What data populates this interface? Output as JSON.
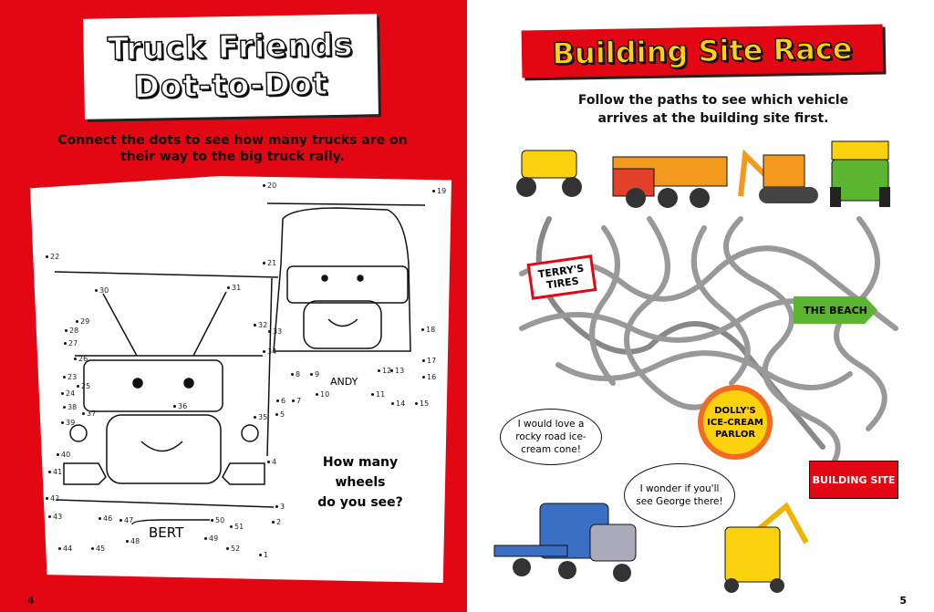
{
  "left_page": {
    "title_line1": "Truck Friends",
    "title_line2": "Dot-to-Dot",
    "instructions": "Connect the dots to see how many trucks are on their way to the big truck rally.",
    "truck_names": [
      "ANDY",
      "BERT"
    ],
    "question_line1": "How many wheels",
    "question_line2": "do you see?",
    "dot_numbers": [
      "1",
      "2",
      "3",
      "4",
      "5",
      "6",
      "7",
      "8",
      "9",
      "10",
      "11",
      "12",
      "13",
      "14",
      "15",
      "16",
      "17",
      "18",
      "19",
      "20",
      "21",
      "22",
      "23",
      "24",
      "25",
      "26",
      "27",
      "28",
      "29",
      "30",
      "31",
      "32",
      "33",
      "34",
      "35",
      "36",
      "37",
      "38",
      "39",
      "40",
      "41",
      "42",
      "43",
      "44",
      "45",
      "46",
      "47",
      "48",
      "49",
      "50",
      "51",
      "52"
    ],
    "page_number": "4"
  },
  "right_page": {
    "title": "Building Site Race",
    "instructions_line1": "Follow the paths to see which vehicle",
    "instructions_line2": "arrives at the building site first.",
    "signs": {
      "terrys": "TERRY'S TIRES",
      "beach": "THE BEACH",
      "dollys": "DOLLY'S ICE-CREAM PARLOR",
      "building": "BUILDING SITE"
    },
    "bubble1": "I would love a rocky road ice-cream cone!",
    "bubble2": "I wonder if you'll see George there!",
    "page_number": "5",
    "colors": {
      "red": "#e30613",
      "yellow": "#fcd20f",
      "green": "#5cb531",
      "blue": "#3b6fc4"
    }
  }
}
